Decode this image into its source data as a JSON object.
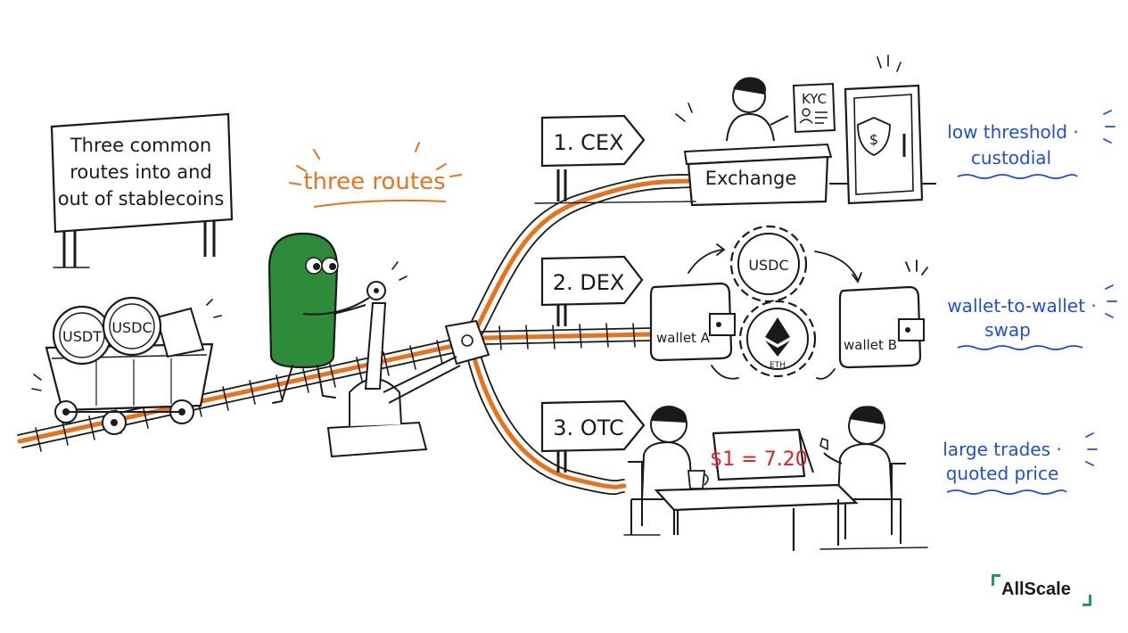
{
  "signboard": {
    "line1": "Three common",
    "line2": "routes into and",
    "line3": "out of stablecoins"
  },
  "headline": "three routes",
  "cart_coins": {
    "coin1": "USDT",
    "coin2": "USDC"
  },
  "routes": [
    {
      "sign": "1. CEX",
      "counter_label": "Exchange",
      "card_label": "KYC",
      "note_line1": "low threshold ·",
      "note_line2": "custodial"
    },
    {
      "sign": "2. DEX",
      "wallet_left": "wallet A",
      "wallet_right": "wallet B",
      "gear_top": "USDC",
      "gear_bottom": "ETH",
      "note_line1": "wallet-to-wallet ·",
      "note_line2": "swap"
    },
    {
      "sign": "3. OTC",
      "quote": "$1 = 7.20",
      "note_line1": "large trades ·",
      "note_line2": "quoted price"
    }
  ],
  "brand": "AllScale",
  "colors": {
    "ink": "#1a1a1a",
    "rail_orange": "#e8731a",
    "character_green": "#2e8b3a",
    "note_blue": "#1f4fd8",
    "quote_red": "#e02020",
    "logo_green": "#1f9d55"
  },
  "icons": [
    "shield-dollar-icon",
    "ethereum-icon",
    "user-id-icon",
    "coffee-mug-icon"
  ]
}
